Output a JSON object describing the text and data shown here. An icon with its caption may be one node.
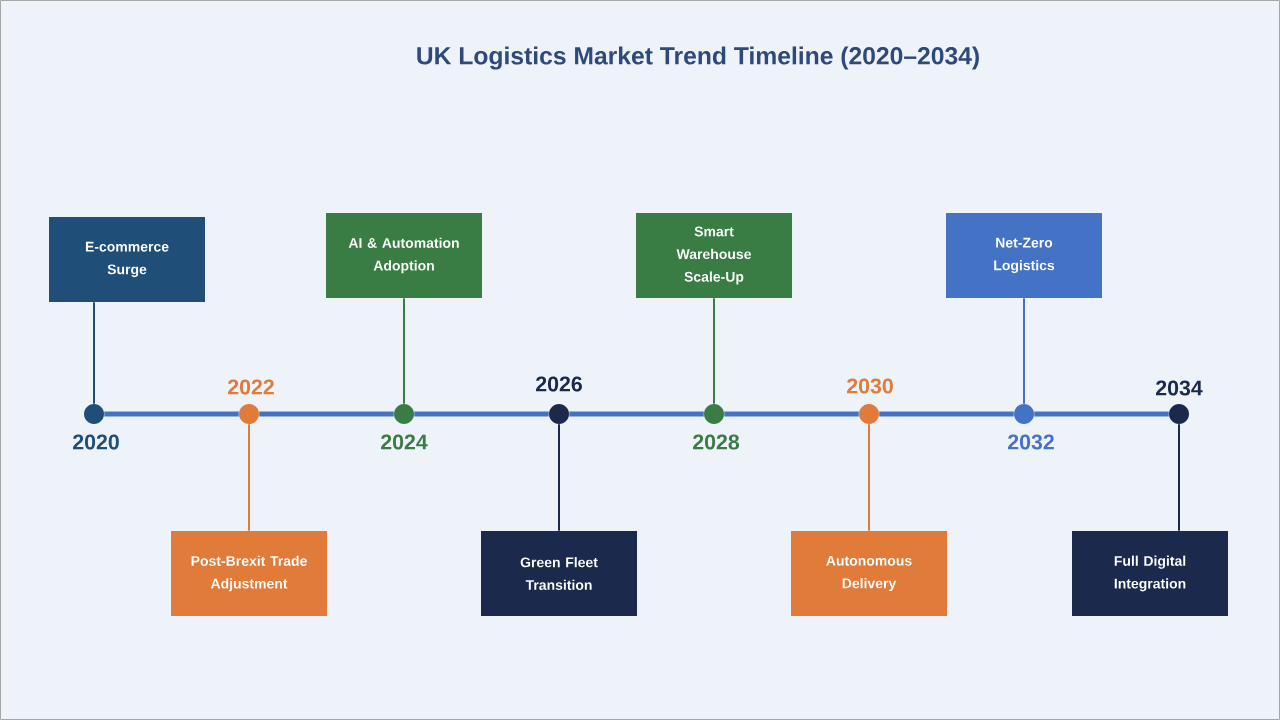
{
  "diagram": {
    "title": "UK Logistics Market Trend Timeline (2020–2034)",
    "nodes": [
      {
        "text": [],
        "shape": "circle",
        "beside": [
          "2020"
        ]
      },
      {
        "text": [
          "E-commerce Surge"
        ]
      },
      {
        "text": [],
        "shape": "circle",
        "beside": [
          "2022"
        ]
      },
      {
        "text": [
          "Post-Brexit Trade Adjustment"
        ]
      },
      {
        "text": [],
        "shape": "circle",
        "beside": [
          "2024"
        ]
      },
      {
        "text": [
          "AI & Automation Adoption"
        ]
      },
      {
        "text": [],
        "shape": "circle",
        "beside": [
          "2026"
        ]
      },
      {
        "text": [
          "Green Fleet Transition"
        ]
      },
      {
        "text": [],
        "shape": "circle",
        "beside": [
          "2028"
        ]
      },
      {
        "text": [
          "Smart Warehouse Scale-Up"
        ]
      },
      {
        "text": [],
        "shape": "circle",
        "beside": [
          "2030"
        ]
      },
      {
        "text": [
          "Autonomous Delivery"
        ]
      },
      {
        "text": [],
        "shape": "circle",
        "beside": [
          "2032"
        ]
      },
      {
        "text": [
          "Net-Zero Logistics"
        ]
      },
      {
        "text": [],
        "shape": "circle",
        "beside": [
          "2034"
        ]
      },
      {
        "text": [
          "Full Digital Integration"
        ]
      }
    ],
    "edges": [
      {
        "from": 0,
        "to": 1,
        "arrow": "none",
        "color": "#1f4e79"
      },
      {
        "from": 2,
        "to": 3,
        "arrow": "none",
        "color": "#e07b39"
      },
      {
        "from": 4,
        "to": 5,
        "arrow": "none",
        "color": "#3a7d44"
      },
      {
        "from": 6,
        "to": 7,
        "arrow": "none",
        "color": "#1b2a4c"
      },
      {
        "from": 8,
        "to": 9,
        "arrow": "none",
        "color": "#3a7d44"
      },
      {
        "from": 10,
        "to": 11,
        "arrow": "none",
        "color": "#e07b39"
      },
      {
        "from": 12,
        "to": 13,
        "arrow": "none"
      },
      {
        "from": 14,
        "to": 15,
        "arrow": "none",
        "color": "#1b2a4c"
      },
      {
        "from": 0,
        "to": 2,
        "arrow": "none",
        "style": "thick"
      },
      {
        "from": 2,
        "to": 4,
        "arrow": "none",
        "style": "thick"
      },
      {
        "from": 4,
        "to": 6,
        "arrow": "none",
        "style": "thick"
      },
      {
        "from": 6,
        "to": 8,
        "arrow": "none",
        "style": "thick"
      },
      {
        "from": 8,
        "to": 10,
        "arrow": "none",
        "style": "thick"
      },
      {
        "from": 10,
        "to": 12,
        "arrow": "none",
        "style": "thick"
      },
      {
        "from": 12,
        "to": 14,
        "arrow": "none",
        "style": "thick"
      }
    ]
  }
}
